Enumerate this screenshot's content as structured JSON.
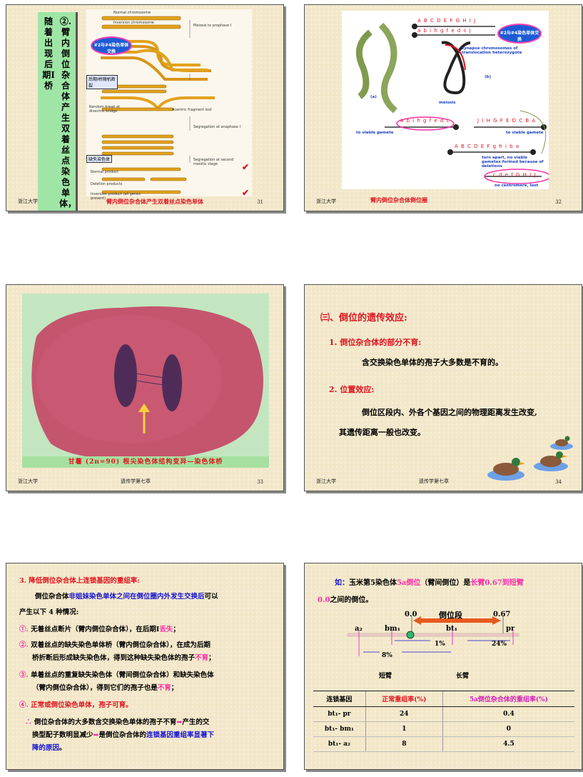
{
  "footer_left": "浙江大学",
  "footer_center": "遗传学第七章",
  "slide1": {
    "col1": "②.臂内倒位杂合体产生双着丝点染色单体，",
    "col2": "随着出现后期Ⅰ桥",
    "cloud": "#2与#4染色单体交换",
    "tag_bridge": "后期Ⅰ桥随机断裂",
    "tag_deletion": "缺失染色体",
    "labels": [
      "Normal chromosome",
      "Inversion chromosome",
      "Meiosis to prophase I",
      "Random break at dicentric bridge",
      "Acentric fragment lost",
      "Segregation at anaphase I",
      "Segregation at second meiotic stage",
      "Normal product",
      "Deletion products",
      "Inversion product (all genes present)"
    ],
    "caption": "臂内倒位杂合体产生双着丝点染色单体",
    "page": "31"
  },
  "slide2": {
    "seq_top1": "A B C D E F G H I J",
    "seq_top2": "a b i h g f e d c j",
    "cloud": "#2与#4染色单体交换",
    "synapse": "synapse chromosomes of translocation heterozygote",
    "label_a": "(a)",
    "label_b": "(b)",
    "meiosis": "meiosis",
    "seq_left": "a b i h g f e d c",
    "seq_right": "J I H G F E D C B A",
    "viable_left": "to viable gamete",
    "viable_right": "to viable gamete",
    "seq_mid1": "A B C D E F g h i b a",
    "torn": "torn apart, no viable gametes formed because of deletions",
    "seq_mid2": "c d e f G H I J",
    "nocentromere": "no centromere, lost",
    "caption": "臂内倒位杂合体倒位圈",
    "page": "32"
  },
  "slide3": {
    "caption": "甘薯 (2n=90) 根尖染色体结构变异—染色体桥",
    "page": "33"
  },
  "slide4": {
    "heading": "㈢、倒位的遗传效应:",
    "item1_title": "1. 倒位杂合体的部分不育:",
    "item1_text": "含交换染色单体的孢子大多数是不育的。",
    "item2_title": "2. 位置效应:",
    "item2_text1": "倒位区段内、外各个基因之间的物理距离发生改变,",
    "item2_text2": "其遗传距离一般也改变。",
    "page": "34"
  },
  "slide5": {
    "heading": "3. 降低倒位杂合体上连锁基因的重组率:",
    "intro_a": "倒位杂合体",
    "intro_b": "非姐妹染色单体之间在倒位圈内外发生交换后",
    "intro_c": "可以",
    "intro_d": "产生以下 4 种情况:",
    "c1_num": "①.",
    "c1_a": "无着丝点断片（臂内倒位杂合体），在后期Ⅰ",
    "c1_b": "丢失",
    "c1_c": "；",
    "c2_num": "②.",
    "c2_a": "双着丝点的缺失染色单体桥（臂内倒位杂合体），在成为后期",
    "c2_b": "桥折断后形成缺失染色体，得到这种缺失染色体的孢子",
    "c2_c": "不育",
    "c2_d": "；",
    "c3_num": "③.",
    "c3_a": "单着丝点的重复缺失染色体（臂间倒位杂合体）和缺失染色体",
    "c3_b": "（臂内倒位杂合体），得到它们的孢子也是",
    "c3_c": "不育",
    "c3_d": "；",
    "c4_num": "④.",
    "c4_a": "正常或倒位染色单体，孢子可育。",
    "therefore": "∴",
    "concl_a": "倒位杂合体的大多数含交换染色单体的孢子不育",
    "concl_b": "产生的交",
    "concl_c": "换型配子数明显减少",
    "concl_d": "是倒位杂合体的",
    "concl_e": "连锁基因重组率显著下",
    "concl_f": "降的原因",
    "concl_g": "。"
  },
  "slide6": {
    "line1_a": "如：",
    "line1_b": "玉米第5染色体",
    "line1_c": "5a倒位",
    "line1_d": "（臂间倒位）是",
    "line1_e": "长臂0.67到短臂",
    "line2_a": "0.0",
    "line2_b": "之间的倒位。",
    "pos_left": "0.0",
    "pos_right": "0.67",
    "inv_label": "倒位段",
    "genes": [
      "a₂",
      "bm₁",
      "bt₁",
      "pr"
    ],
    "dist_1": "1%",
    "dist_24": "24%",
    "dist_8": "8%",
    "short_arm": "短臂",
    "long_arm": "长臂",
    "table": {
      "headers": [
        "连锁基因",
        "正常重组率(%)",
        "5a倒位杂合体的重组率(%)"
      ],
      "rows": [
        {
          "gene": "bt₁- pr",
          "normal": "24",
          "inv": "0.4"
        },
        {
          "gene": "bt₁- bm₁",
          "normal": "1",
          "inv": "0"
        },
        {
          "gene": "bt₁- a₂",
          "normal": "8",
          "inv": "4.5"
        }
      ]
    }
  }
}
